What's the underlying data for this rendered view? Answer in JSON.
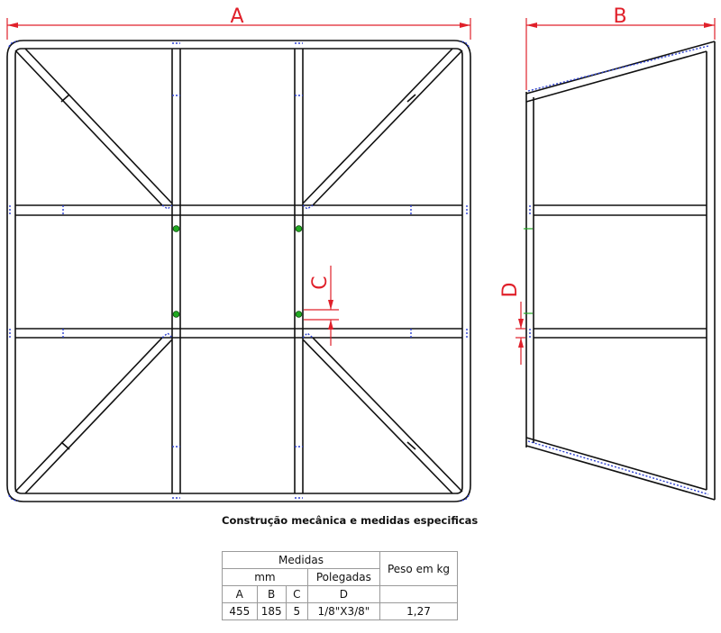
{
  "dimension_labels": {
    "a": "A",
    "b": "B",
    "c": "C",
    "d": "D"
  },
  "caption": "Construção mecânica e medidas  especificas",
  "table": {
    "medidas_header": "Medidas",
    "mm_header": "mm",
    "polegadas_header": "Polegadas",
    "peso_header": "Peso em kg",
    "col_a": "A",
    "col_b": "B",
    "col_c": "C",
    "col_d": "D",
    "val_a": "455",
    "val_b": "185",
    "val_c": "5",
    "val_d": "1/8\"X3/8\"",
    "val_peso": "1,27"
  },
  "colors": {
    "line": "#111111",
    "dimension": "#e0202a",
    "hidden": "#2b3fcf",
    "weld": "#22aa22"
  }
}
